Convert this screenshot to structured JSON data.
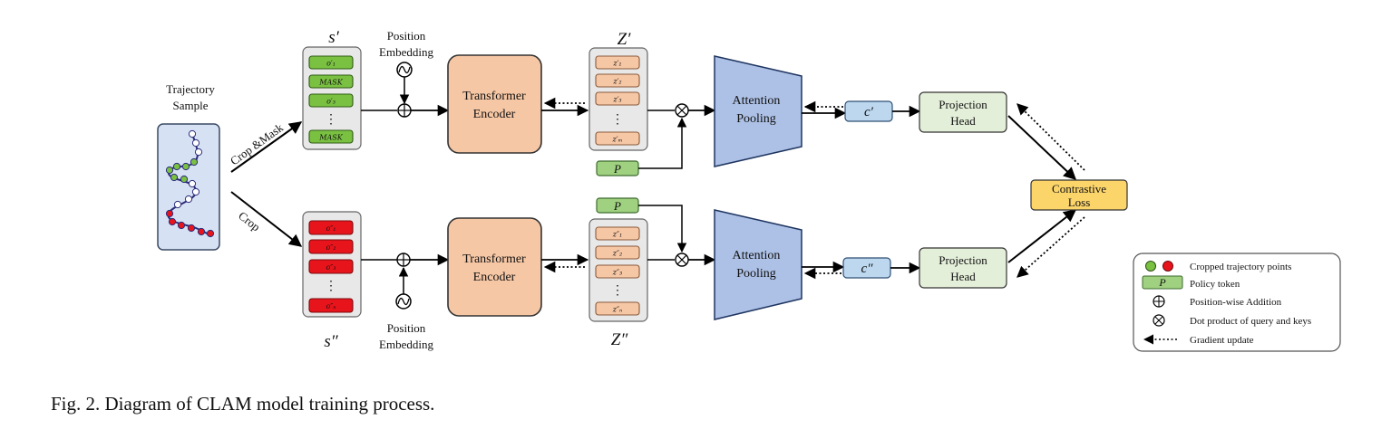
{
  "trajectory_sample": {
    "label_line1": "Trajectory",
    "label_line2": "Sample"
  },
  "branches": {
    "top": {
      "edge_label": "Crop &Mask",
      "seq_label": "s′",
      "tokens": [
        "o′₁",
        "MASK",
        "o′₃",
        "⋮",
        "MASK"
      ],
      "pos_emb_line1": "Position",
      "pos_emb_line2": "Embedding",
      "z_label": "Z′",
      "z_tokens": [
        "z′₁",
        "z′₂",
        "z′₃",
        "⋮",
        "z′ₘ"
      ],
      "c_label": "c′"
    },
    "bottom": {
      "edge_label": "Crop",
      "seq_label": "s″",
      "tokens": [
        "o″₁",
        "o″₂",
        "o″₃",
        "⋮",
        "o″ₙ"
      ],
      "pos_emb_line1": "Position",
      "pos_emb_line2": "Embedding",
      "z_label": "Z″",
      "z_tokens": [
        "z″₁",
        "z″₂",
        "z″₃",
        "⋮",
        "z″ₙ"
      ],
      "c_label": "c″"
    }
  },
  "encoder": {
    "line1": "Transformer",
    "line2": "Encoder"
  },
  "pooling": {
    "line1": "Attention",
    "line2": "Pooling"
  },
  "policy_token": "P",
  "projection": {
    "line1": "Projection",
    "line2": "Head"
  },
  "loss": {
    "line1": "Contrastive",
    "line2": "Loss"
  },
  "legend": {
    "items": [
      "Cropped trajectory points",
      "Policy token",
      "Position-wise Addition",
      "Dot product of query and keys",
      "Gradient update"
    ],
    "policy_symbol": "P"
  },
  "caption": "Fig. 2.  Diagram of CLAM model training process.",
  "colors": {
    "green": "#7ac142",
    "red": "#e8141c",
    "encoder": "#f6c7a5",
    "pooling": "#adc1e6",
    "projection": "#e4efd9",
    "loss": "#fbd46a",
    "c_box": "#bdd7ef",
    "traj_bg": "#d6e2f3",
    "seq_bg": "#e8e8e8"
  }
}
